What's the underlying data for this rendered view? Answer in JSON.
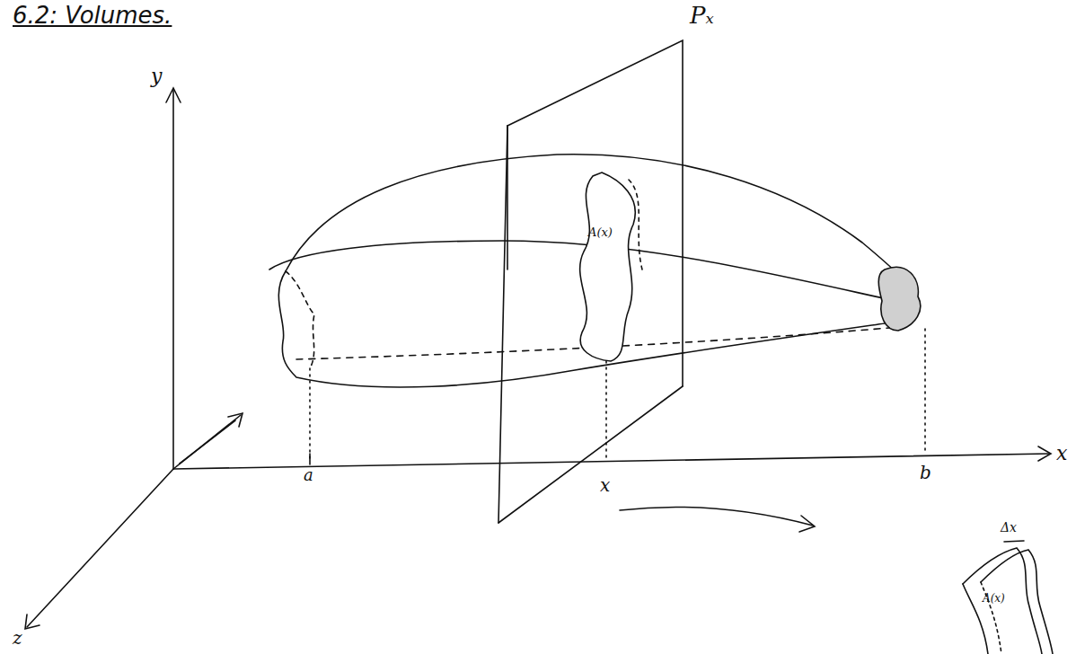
{
  "diagram": {
    "title": "6.2: Volumes.",
    "labels": [
      "y",
      "z",
      "x",
      "a",
      "x",
      "b",
      "Pₓ",
      "A(x)",
      "Δx",
      "A(x)"
    ]
  }
}
